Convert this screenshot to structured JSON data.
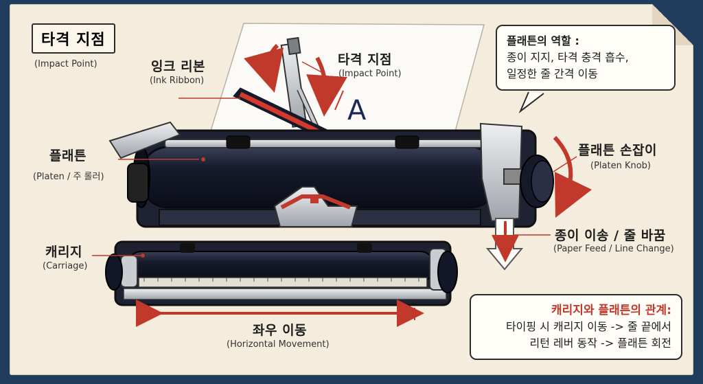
{
  "title": {
    "ko": "타격 지점",
    "en": "(Impact Point)"
  },
  "labels": {
    "ink_ribbon": {
      "ko": "잉크 리본",
      "en": "(Ink Ribbon)"
    },
    "impact_point": {
      "ko": "타격 지점",
      "en": "(Impact Point)"
    },
    "platen": {
      "ko": "플래튼",
      "en": "(Platen / 주 롤러)"
    },
    "platen_knob": {
      "ko": "플래튼 손잡이",
      "en": "(Platen Knob)"
    },
    "paper_feed": {
      "ko": "종이 이송 / 줄 바꿈",
      "en": "(Paper Feed / Line Change)"
    },
    "carriage": {
      "ko": "캐리지",
      "en": "(Carriage)"
    },
    "horizontal": {
      "ko": "좌우 이동",
      "en": "(Horizontal Movement)"
    }
  },
  "type_letter": "A",
  "role_box": {
    "heading": "플래튼의 역할 :",
    "line1": "종이 지지, 타격 충격 흡수,",
    "line2": "일정한 줄 간격 이동"
  },
  "relation_box": {
    "heading": "캐리지와 플래튼의 관계:",
    "line1": "타이핑 시 캐리지 이동 -> 줄 끝에서",
    "line2": "리턴 레버 동작 -> 플래튼 회전"
  },
  "colors": {
    "accent": "#c0392b",
    "roller": "#14182a",
    "metal": "#c9ccd0",
    "background": "#213d5e",
    "paper": "#f4ecdc"
  }
}
